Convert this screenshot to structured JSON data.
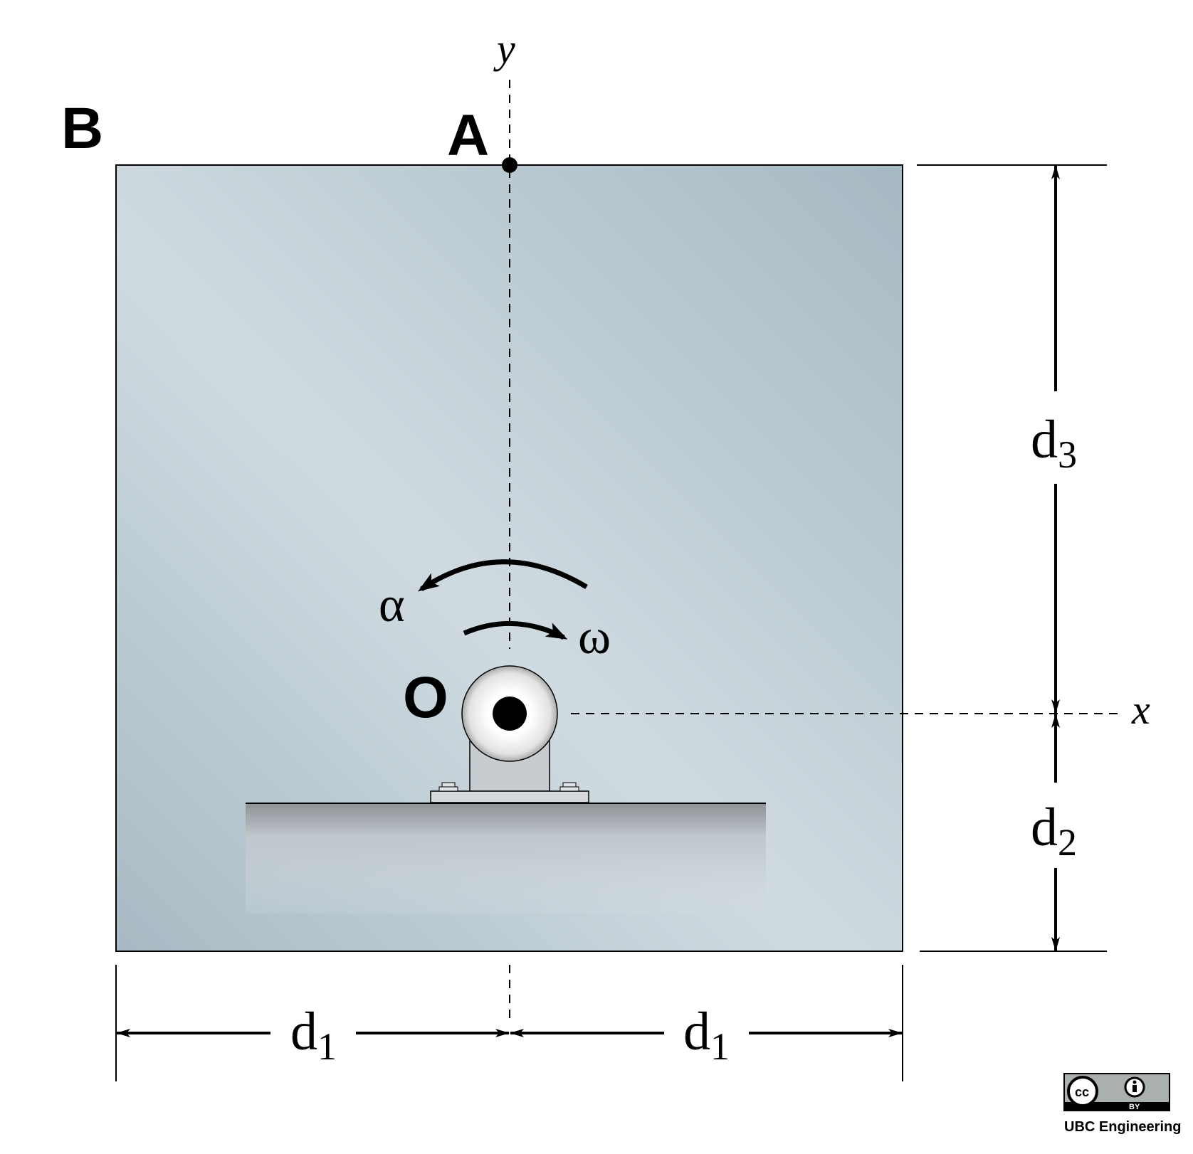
{
  "labels": {
    "point_b": "B",
    "point_a": "A",
    "point_o": "O",
    "axis_x": "x",
    "axis_y": "y",
    "alpha": "α",
    "omega": "ω"
  },
  "dimensions": {
    "d1_left": {
      "base": "d",
      "sub": "1"
    },
    "d1_right": {
      "base": "d",
      "sub": "1"
    },
    "d2": {
      "base": "d",
      "sub": "2"
    },
    "d3": {
      "base": "d",
      "sub": "3"
    }
  },
  "license": {
    "badge_cc": "cc",
    "badge_by": "BY",
    "credit": "UBC Engineering"
  },
  "colors": {
    "plate_light": "#d3dde3",
    "plate_dark": "#a7bac3",
    "ground_dark": "#8d9196",
    "ground_light": "#d6dde3",
    "ink": "#000000"
  }
}
